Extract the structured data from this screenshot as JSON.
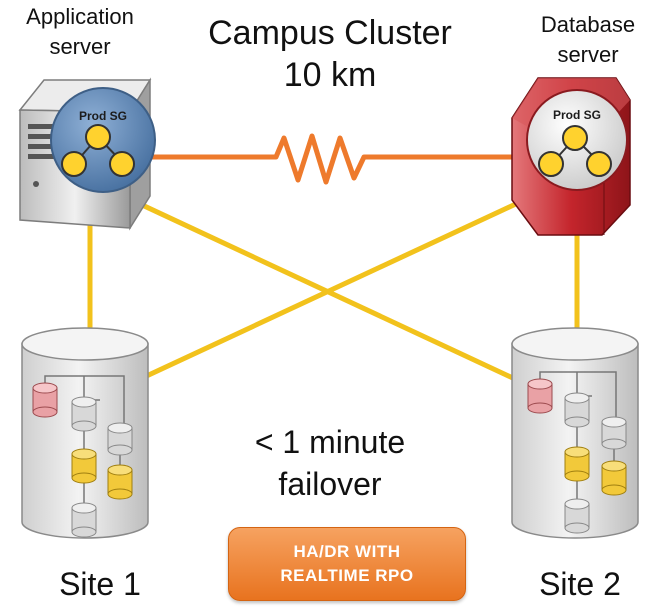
{
  "diagram": {
    "title_line1": "Campus Cluster",
    "title_line2": "10 km",
    "app_server_line1": "Application",
    "app_server_line2": "server",
    "db_server_line1": "Database",
    "db_server_line2": "server",
    "service_group_label_app": "Prod SG",
    "service_group_label_db": "Prod SG",
    "failover_line1": "< 1 minute",
    "failover_line2": "failover",
    "badge_line1": "HA/DR WITH",
    "badge_line2": "REALTIME RPO",
    "site1_label": "Site 1",
    "site2_label": "Site 2"
  },
  "colors": {
    "link_orange": "#ee7a2c",
    "link_yellow": "#f2c21c",
    "app_server_body": "#d9d9d9",
    "app_sg_circle": "#5b86b8",
    "db_server_body": "#c0272d",
    "sg_node": "#ffd22e",
    "disk_red": "#e9a1a5",
    "disk_yellow": "#f2c93a",
    "disk_gray": "#d8d8d8",
    "badge": "#ef842f"
  }
}
